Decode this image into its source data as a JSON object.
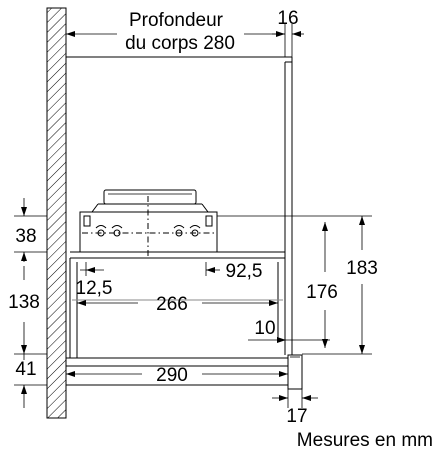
{
  "labels": {
    "profondeur_line1": "Profondeur",
    "profondeur_line2": "du corps 280",
    "d16": "16",
    "d38": "38",
    "d138": "138",
    "d41": "41",
    "d12_5": "12,5",
    "d92_5": "92,5",
    "d266": "266",
    "d10": "10",
    "d290": "290",
    "d17": "17",
    "d176": "176",
    "d183": "183",
    "units_note": "Mesures en mm"
  }
}
